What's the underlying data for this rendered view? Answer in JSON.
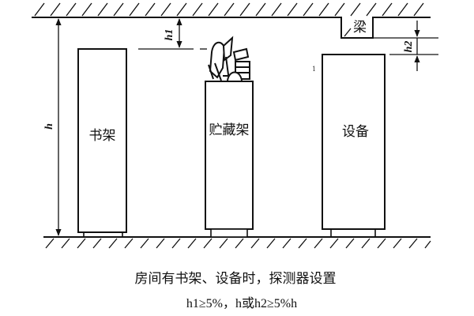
{
  "diagram": {
    "objects": [
      {
        "id": "bookshelf",
        "label": "书架"
      },
      {
        "id": "storage-rack",
        "label": "贮藏架"
      },
      {
        "id": "equipment",
        "label": "设备"
      }
    ],
    "beam_label": "梁",
    "dimensions": {
      "h": "h",
      "h1": "h1",
      "h2": "h2"
    },
    "stray_mark": "1"
  },
  "caption": {
    "title": "房间有书架、设备时，探测器设置",
    "formula": "h1≥5%，h或h2≥5%h"
  }
}
